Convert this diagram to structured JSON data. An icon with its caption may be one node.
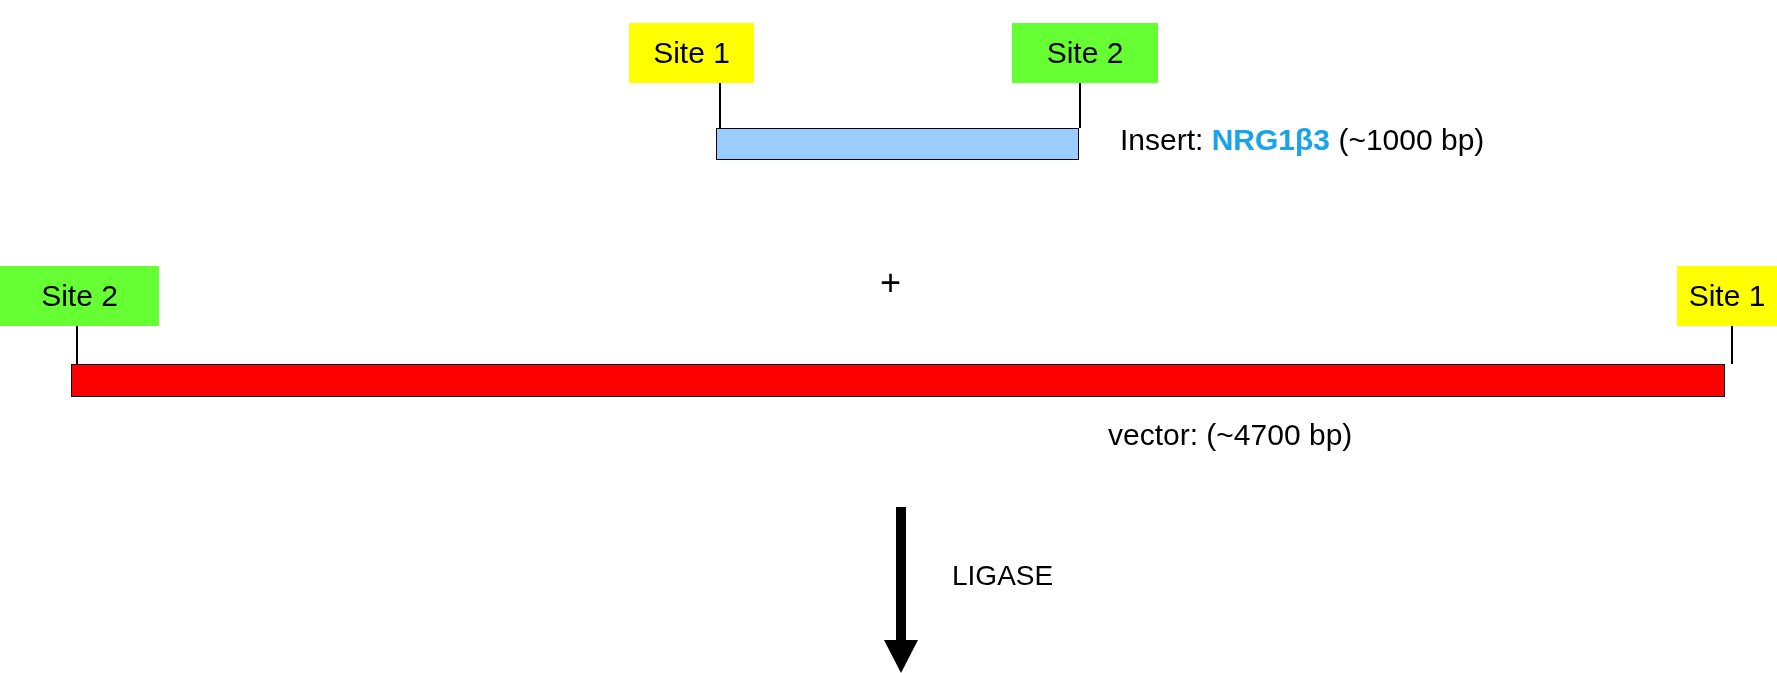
{
  "diagram": {
    "nodes": [
      {
        "text": [
          "Site 1"
        ]
      },
      {
        "text": [
          "Site 2"
        ]
      },
      {
        "text": [],
        "shape": "bar",
        "beside": [
          "Insert: **NRG1β3** (~1000 bp)"
        ]
      },
      {
        "text": [
          "Site 2"
        ]
      },
      {
        "text": [
          "Site 1"
        ]
      },
      {
        "text": [],
        "shape": "bar",
        "beside": [
          "vector: (~4700 bp)"
        ]
      }
    ],
    "edges": [
      {
        "from": 0,
        "to": 2,
        "arrow": "none"
      },
      {
        "from": 1,
        "to": 2,
        "arrow": "none"
      },
      {
        "from": 3,
        "to": 5,
        "arrow": "none"
      },
      {
        "from": 4,
        "to": 5,
        "arrow": "none"
      }
    ],
    "labels": [
      "+",
      "LIGASE"
    ]
  }
}
